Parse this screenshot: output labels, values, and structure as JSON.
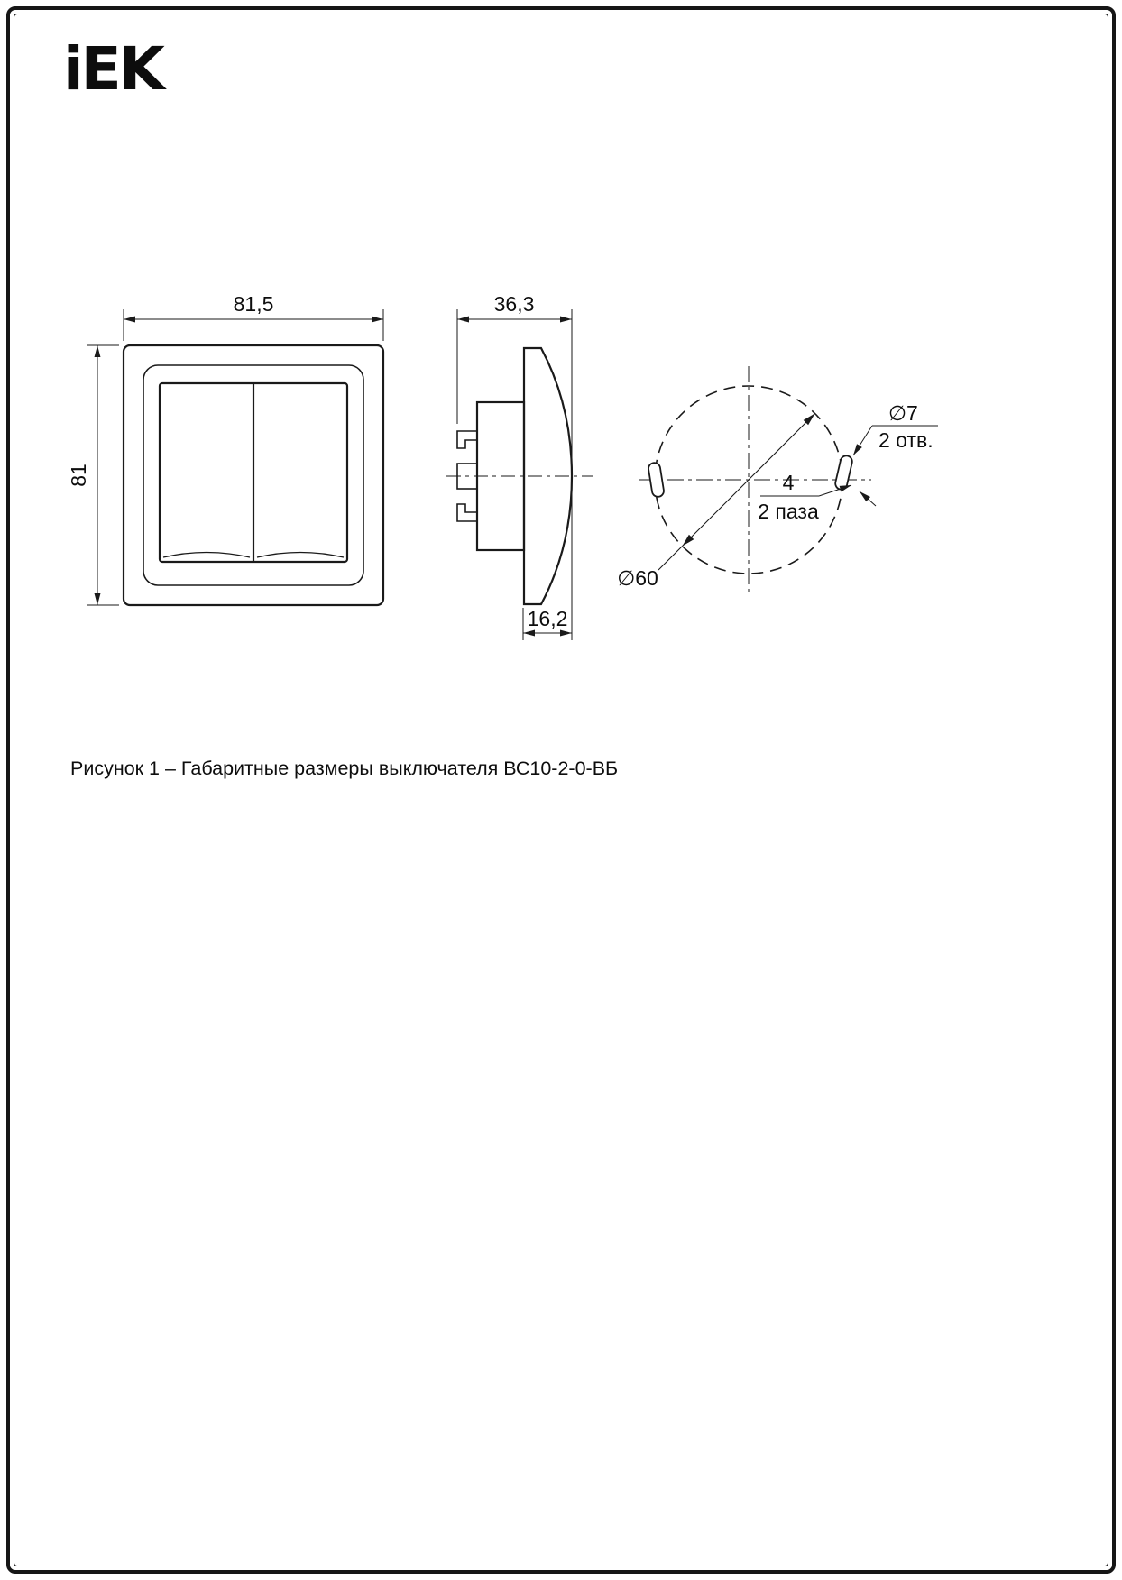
{
  "brand": {
    "logo_text": "iEK"
  },
  "figure": {
    "caption": "Рисунок 1 – Габаритные размеры выключателя ВС10-2-0-ВБ"
  },
  "dimensions": {
    "front_width": "81,5",
    "front_height": "81",
    "side_total_depth": "36,3",
    "side_front_depth": "16,2",
    "mounting_circle_dia": "∅60",
    "hole_dia": "∅7",
    "hole_count": "2 отв.",
    "slot_width": "4",
    "slot_count": "2 паза"
  }
}
